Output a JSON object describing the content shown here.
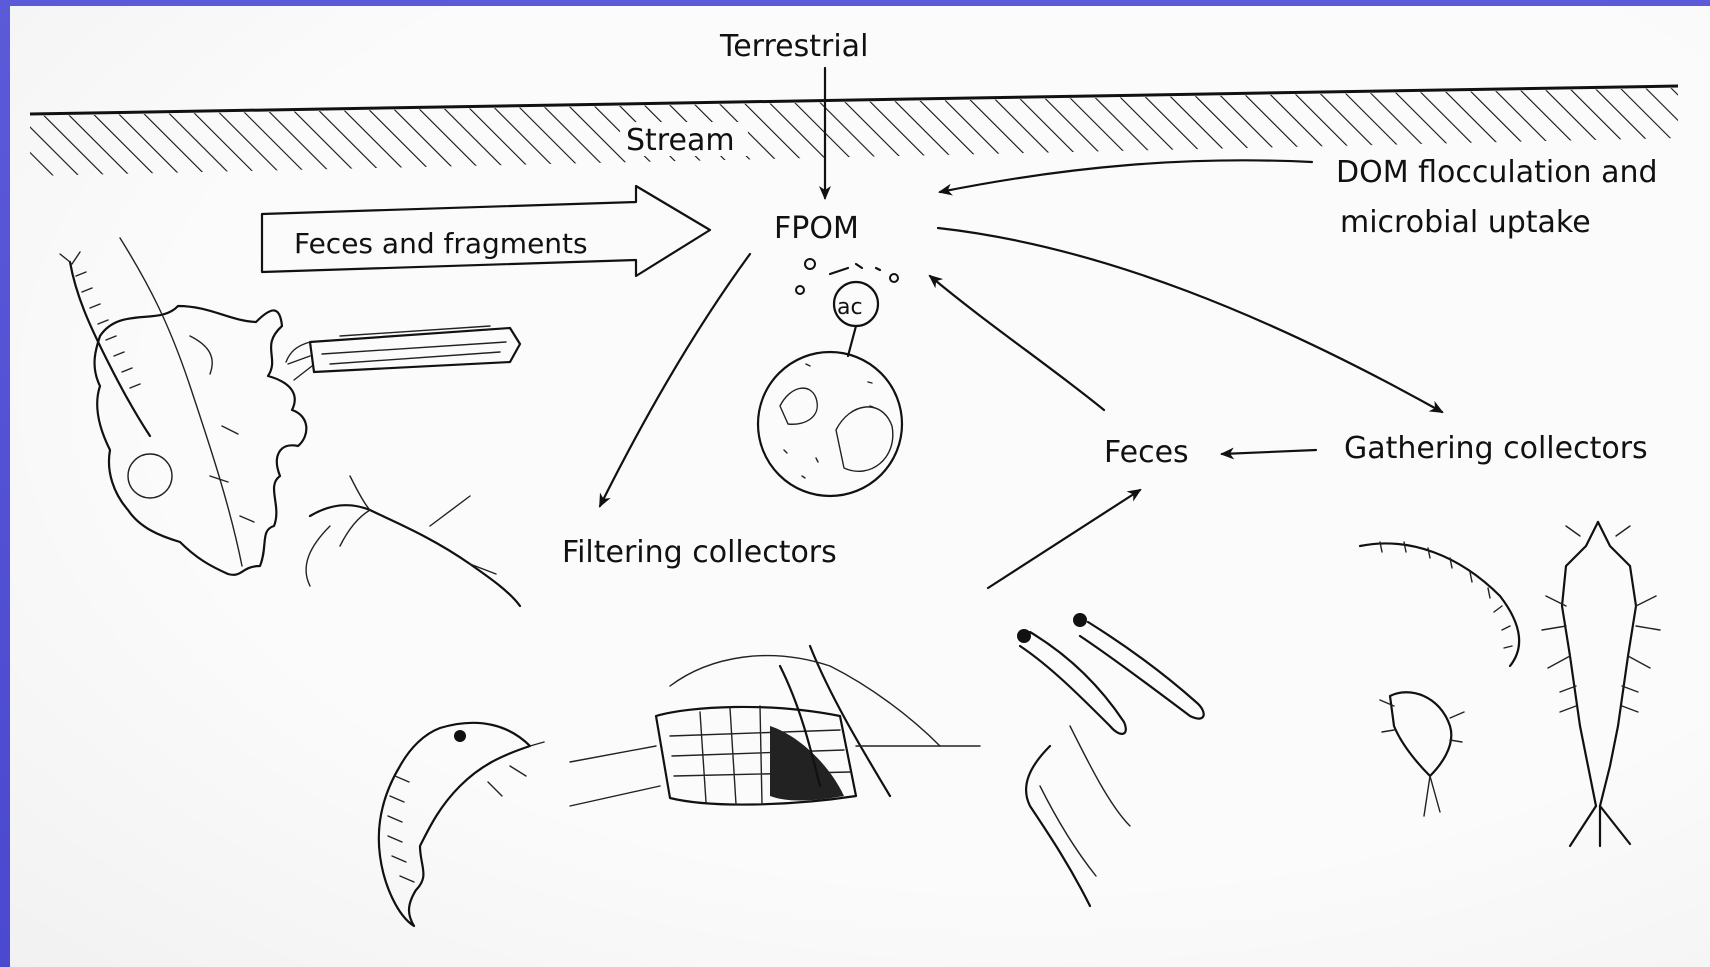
{
  "diagram": {
    "labels": {
      "terrestrial": "Terrestrial",
      "stream": "Stream",
      "feces_fragments": "Feces and fragments",
      "fpom": "FPOM",
      "dom_line1": "DOM flocculation and",
      "dom_line2": "microbial uptake",
      "feces": "Feces",
      "gathering": "Gathering collectors",
      "filtering": "Filtering collectors"
    },
    "icons": [
      "shredder-insect-icon",
      "leaf-litter-icon",
      "caddisfly-case-icon",
      "microbe-particle-icon",
      "amphipod-icon",
      "caddis-net-icon",
      "blackfly-larvae-icon",
      "chironomid-larva-icon",
      "mayfly-nymph-icon"
    ],
    "colors": {
      "frame": "#4a49cf",
      "paper": "#fbfbfb",
      "ink": "#111111"
    }
  }
}
